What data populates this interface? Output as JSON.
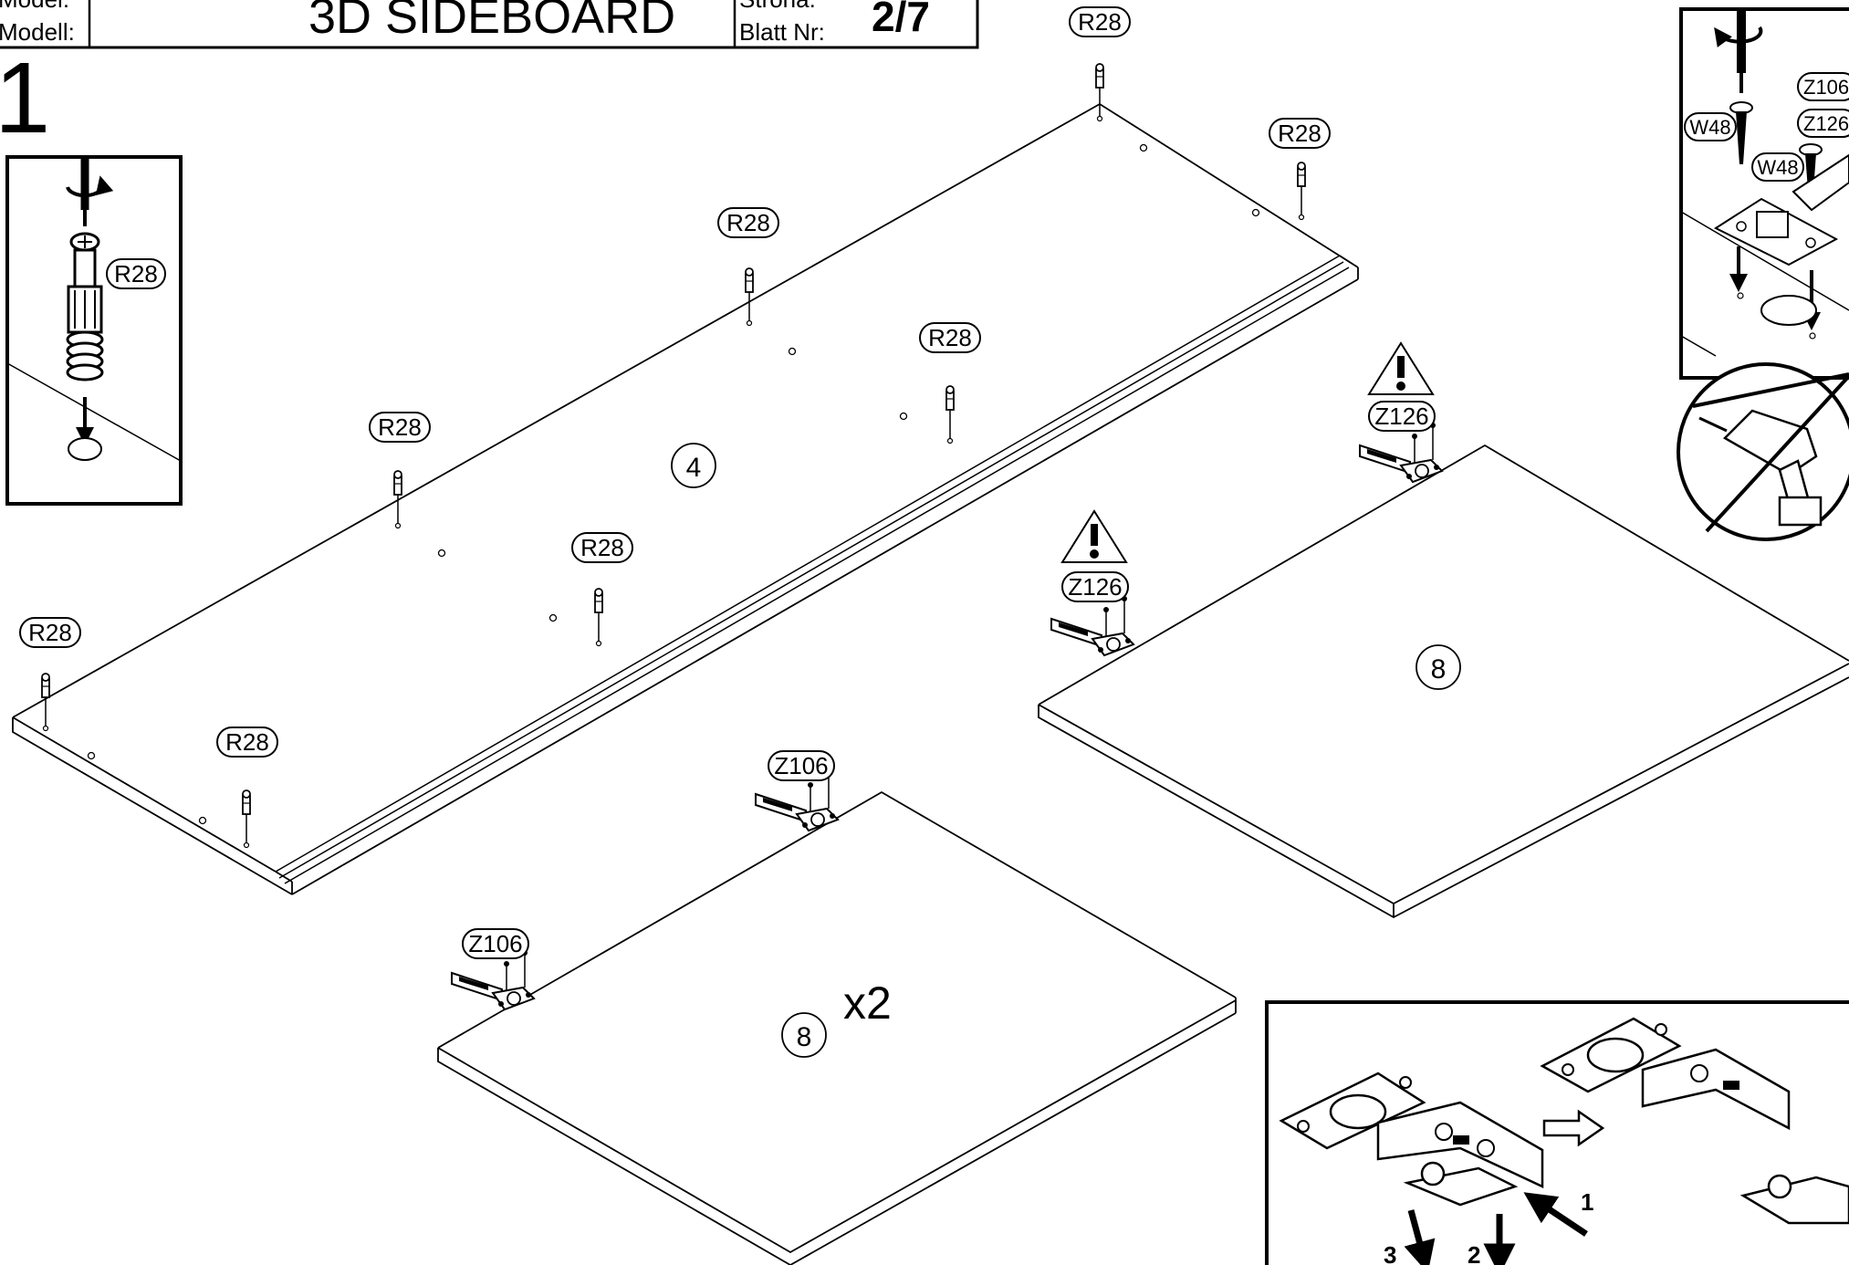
{
  "header": {
    "model_label_1": "Model:",
    "model_label_2": "Modell:",
    "title": "3D SIDEBOARD",
    "page_label_1": "Strona:",
    "page_label_2": "Blatt Nr:",
    "page_number": "2/7"
  },
  "step_number": "1",
  "parts": {
    "panel_long": "4",
    "door_right": "8",
    "door_left": "8",
    "door_multiplier": "x2"
  },
  "fittings": {
    "dowel": "R28",
    "hinge_a": "Z106",
    "hinge_b": "Z126",
    "screw": "W48"
  },
  "detail_arrows": {
    "push": "1",
    "lift": "2",
    "release": "3"
  }
}
